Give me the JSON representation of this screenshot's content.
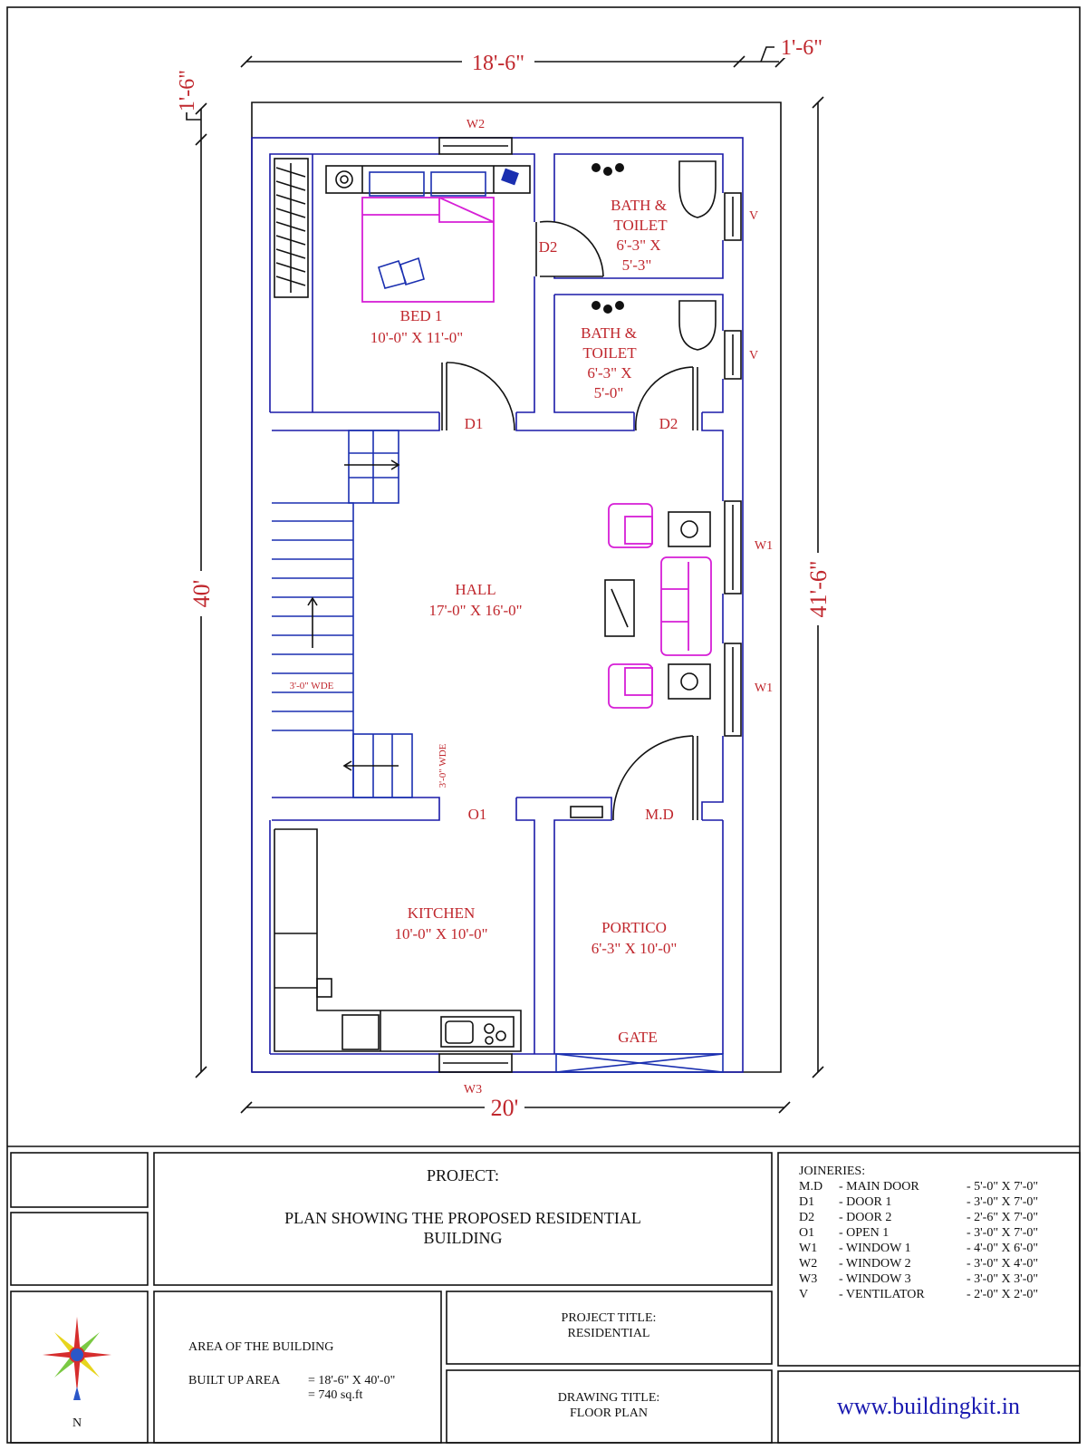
{
  "dimensions": {
    "top_width": "18'-6\"",
    "top_offset": "1'-6\"",
    "left_offset": "1'-6\"",
    "left_length": "40'",
    "right_length": "41'-6\"",
    "bottom_width": "20'"
  },
  "rooms": {
    "bed1": {
      "name": "BED 1",
      "size": "10'-0\" X 11'-0\""
    },
    "bath1": {
      "name1": "BATH &",
      "name2": "TOILET",
      "size1": "6'-3\" X",
      "size2": "5'-3\""
    },
    "bath2": {
      "name1": "BATH &",
      "name2": "TOILET",
      "size1": "6'-3\" X",
      "size2": "5'-0\""
    },
    "hall": {
      "name": "HALL",
      "size": "17'-0\" X 16'-0\""
    },
    "kitchen": {
      "name": "KITCHEN",
      "size": "10'-0\" X 10'-0\""
    },
    "portico": {
      "name": "PORTICO",
      "size": "6'-3\" X 10'-0\""
    }
  },
  "labels": {
    "w2": "W2",
    "w1a": "W1",
    "w1b": "W1",
    "w3": "W3",
    "v1": "V",
    "v2": "V",
    "d2a": "D2",
    "d1": "D1",
    "d2b": "D2",
    "o1": "O1",
    "md": "M.D",
    "gate": "GATE",
    "stair_width": "3'-0\" WDE",
    "passage_width": "3'-0\" WDE"
  },
  "title_block": {
    "project_label": "PROJECT:",
    "project_line1": "PLAN SHOWING THE PROPOSED RESIDENTIAL",
    "project_line2": "BUILDING",
    "compass_north": "N",
    "area_heading": "AREA OF THE BUILDING",
    "area_label": "BUILT UP AREA",
    "area_dims": "= 18'-6\" X 40'-0\"",
    "area_value": "= 740 sq.ft",
    "project_title_label": "PROJECT TITLE:",
    "project_title": "RESIDENTIAL",
    "drawing_title_label": "DRAWING TITLE:",
    "drawing_title": "FLOOR PLAN",
    "website": "www.buildingkit.in",
    "joineries_heading": "JOINERIES:",
    "joineries": [
      {
        "code": "M.D",
        "name": "- MAIN DOOR",
        "size": "- 5'-0\" X 7'-0\""
      },
      {
        "code": "D1",
        "name": "- DOOR 1",
        "size": "- 3'-0\" X 7'-0\""
      },
      {
        "code": "D2",
        "name": "- DOOR 2",
        "size": "- 2'-6\" X 7'-0\""
      },
      {
        "code": "O1",
        "name": "- OPEN 1",
        "size": "- 3'-0\" X 7'-0\""
      },
      {
        "code": "W1",
        "name": "- WINDOW 1",
        "size": "- 4'-0\" X 6'-0\""
      },
      {
        "code": "W2",
        "name": "- WINDOW 2",
        "size": "- 3'-0\" X 4'-0\""
      },
      {
        "code": "W3",
        "name": "- WINDOW 3",
        "size": "- 3'-0\" X 3'-0\""
      },
      {
        "code": "V",
        "name": "- VENTILATOR",
        "size": "- 2'-0\" X 2'-0\""
      }
    ]
  }
}
